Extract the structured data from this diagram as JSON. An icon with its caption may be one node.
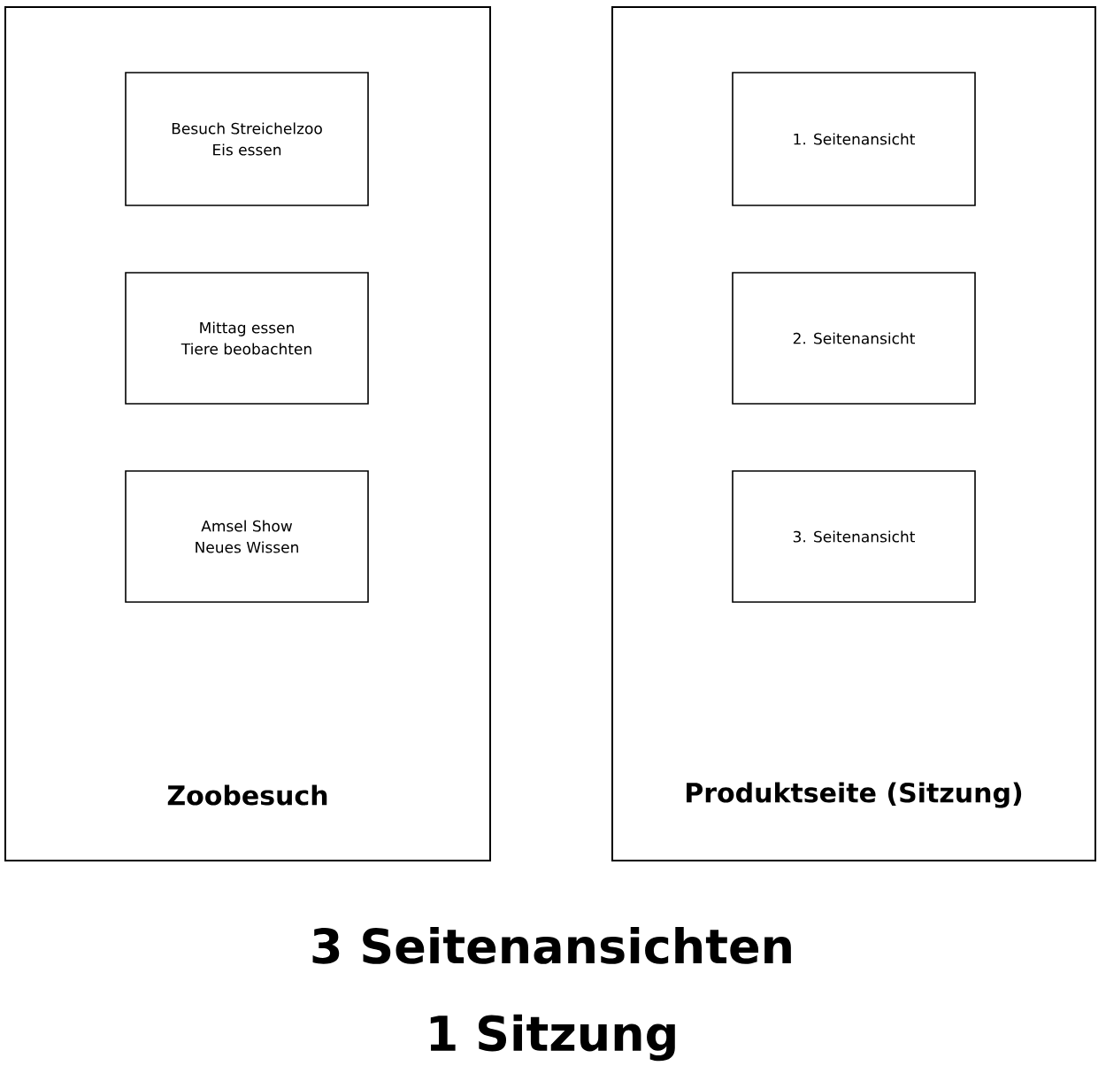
{
  "diagram": {
    "nodes": [
      {
        "text": [
          "Zoobesuch"
        ]
      },
      {
        "text": [
          "Besuch Streichelzoo",
          "Eis essen"
        ],
        "in": 0
      },
      {
        "text": [
          "Mittag essen",
          "Tiere beobachten"
        ],
        "in": 0
      },
      {
        "text": [
          "Amsel Show",
          "Neues Wissen"
        ],
        "in": 0
      },
      {
        "text": [
          "Produktseite (Sitzung)"
        ]
      },
      {
        "text": [
          "1. Seitenansicht"
        ],
        "in": 4
      },
      {
        "text": [
          "2. Seitenansicht"
        ],
        "in": 4
      },
      {
        "text": [
          "3. Seitenansicht"
        ],
        "in": 4
      }
    ],
    "labels": [
      "3 Seitenansichten",
      "1 Sitzung"
    ]
  }
}
